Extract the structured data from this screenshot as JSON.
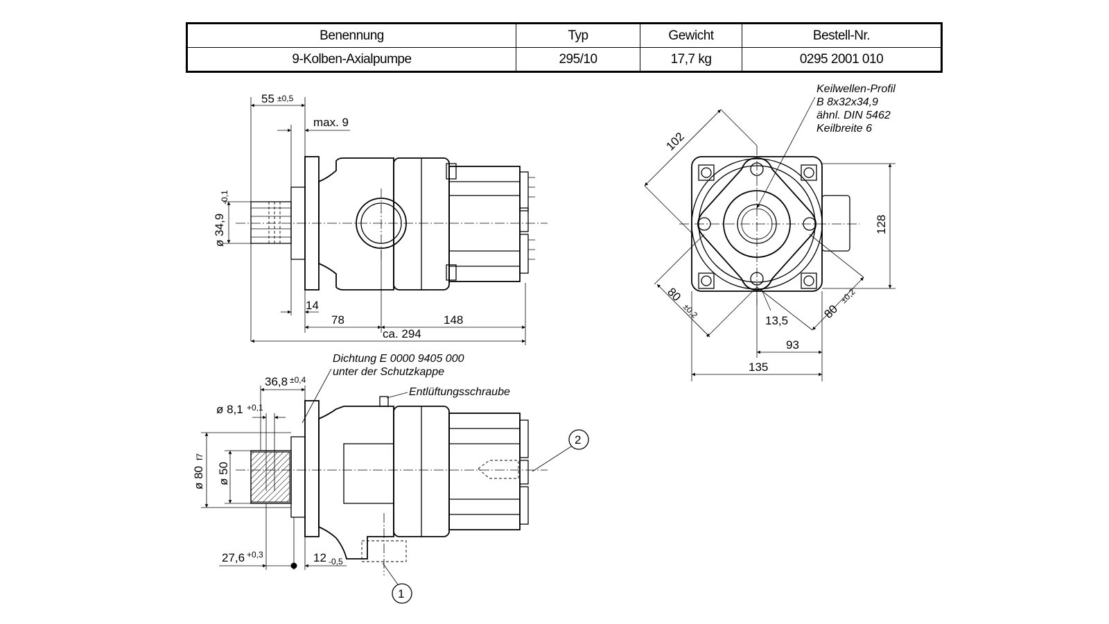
{
  "table": {
    "headers": [
      "Benennung",
      "Typ",
      "Gewicht",
      "Bestell-Nr."
    ],
    "row": [
      "9-Kolben-Axialpumpe",
      "295/10",
      "17,7 kg",
      "0295 2001 010"
    ]
  },
  "side_view": {
    "dim_55": "55",
    "dim_55_tol": "±0,5",
    "dim_max9": "max. 9",
    "dim_dia349": "ø 34,9",
    "dim_dia349_tol": "-0,1",
    "dim_14": "14",
    "dim_78": "78",
    "dim_148": "148",
    "dim_294": "ca. 294"
  },
  "front_view": {
    "note_line1": "Keilwellen-Profil",
    "note_line2": "B 8x32x34,9",
    "note_line3": "ähnl. DIN 5462",
    "note_line4": "Keilbreite 6",
    "dim_102": "102",
    "dim_128": "128",
    "dim_80_left": "80",
    "dim_80_left_tol": "±0,2",
    "dim_80_right": "80",
    "dim_80_right_tol": "±0,2",
    "dim_135": "135",
    "dim_13_5": "13,5",
    "dim_93": "93"
  },
  "section_view": {
    "note_seal_1": "Dichtung E 0000 9405 000",
    "note_seal_2": "unter der Schutzkappe",
    "note_vent": "Entlüftungsschraube",
    "dim_368": "36,8",
    "dim_368_tol": "±0,4",
    "dim_81": "ø 8,1",
    "dim_81_tol": "+0,1",
    "dim_80": "ø 80",
    "dim_80_tol": "f7",
    "dim_50": "ø 50",
    "dim_276": "27,6",
    "dim_276_tol": "+0,3",
    "dim_12": "12",
    "dim_12_tol": "-0,5",
    "callout_1": "1",
    "callout_2": "2"
  }
}
